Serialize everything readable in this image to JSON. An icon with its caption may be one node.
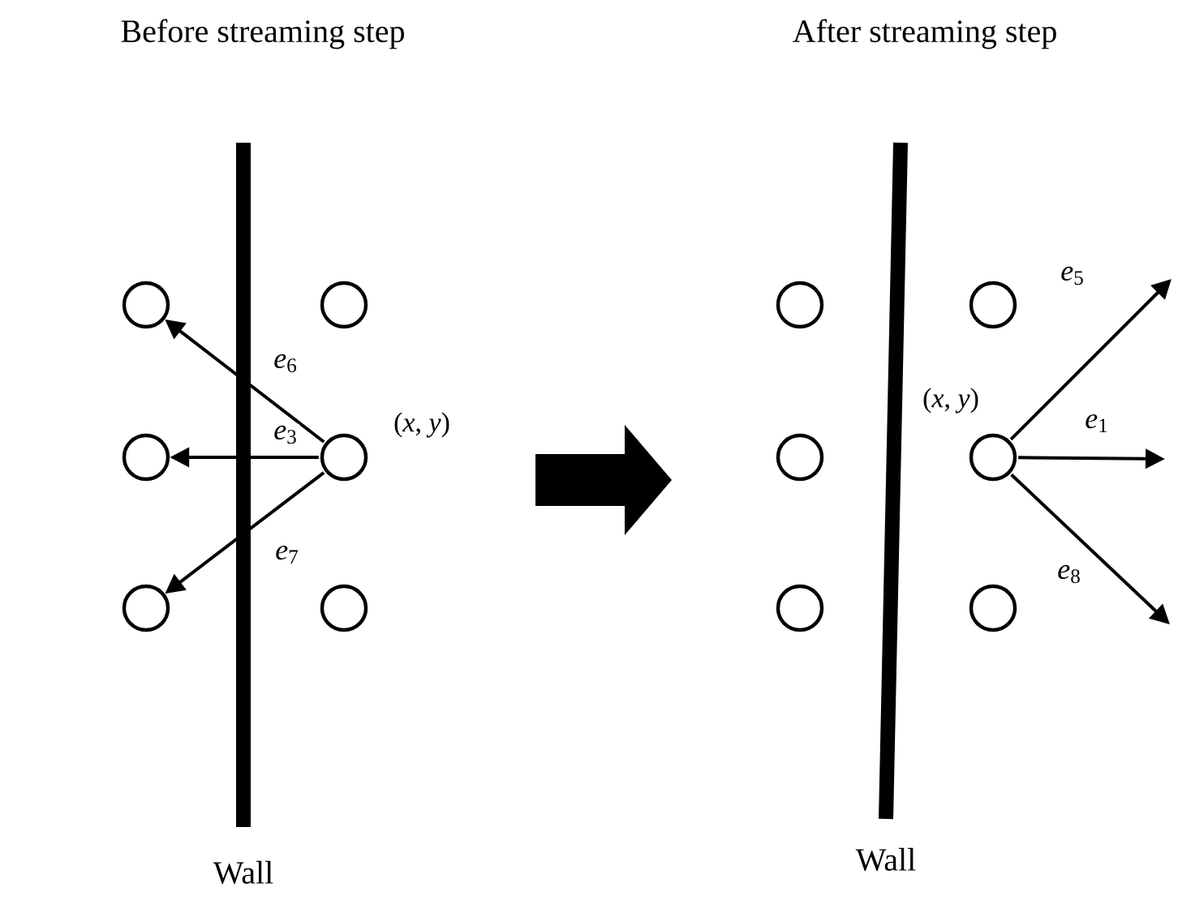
{
  "diagram": {
    "nodes": [
      {
        "text": [],
        "shape": "circle"
      },
      {
        "text": [],
        "shape": "circle"
      },
      {
        "text": [],
        "shape": "circle"
      },
      {
        "text": [],
        "shape": "circle",
        "beside": [
          "(*x*, *y*)"
        ]
      },
      {
        "text": [],
        "shape": "circle"
      },
      {
        "text": [],
        "shape": "circle"
      },
      {
        "text": [],
        "shape": "circle"
      },
      {
        "text": [],
        "shape": "circle"
      },
      {
        "text": [],
        "shape": "circle"
      },
      {
        "text": [],
        "shape": "circle",
        "beside": [
          "(*x*, *y*)"
        ]
      },
      {
        "text": [],
        "shape": "circle"
      },
      {
        "text": [],
        "shape": "circle"
      }
    ],
    "edges": [
      {
        "from": 3,
        "to": 0,
        "arrow": "to",
        "label": "*e*$_{6}$"
      },
      {
        "from": 3,
        "to": 2,
        "arrow": "to",
        "label": "*e*$_{3}$"
      },
      {
        "from": 3,
        "to": 4,
        "arrow": "to",
        "label": "*e*$_{7}$"
      },
      {
        "from": 9,
        "to": null,
        "arrow": "to",
        "label": "*e*$_{5}$"
      },
      {
        "from": 9,
        "to": null,
        "arrow": "to",
        "label": "*e*$_{1}$"
      },
      {
        "from": 9,
        "to": null,
        "arrow": "to",
        "label": "*e*$_{8}$"
      }
    ],
    "labels": [
      "Before streaming step",
      "After streaming step",
      "Wall",
      "Wall"
    ]
  }
}
